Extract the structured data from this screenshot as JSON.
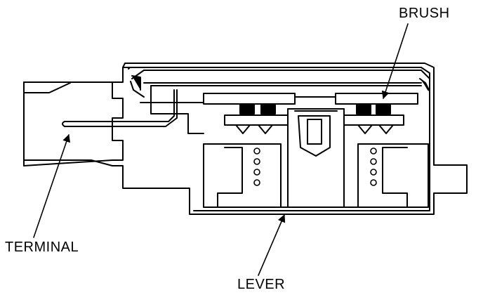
{
  "labels": {
    "brush": "BRUSH",
    "terminal": "TERMINAL",
    "lever": "LEVER"
  },
  "colors": {
    "line": "#000000",
    "fill": "#ffffff"
  }
}
